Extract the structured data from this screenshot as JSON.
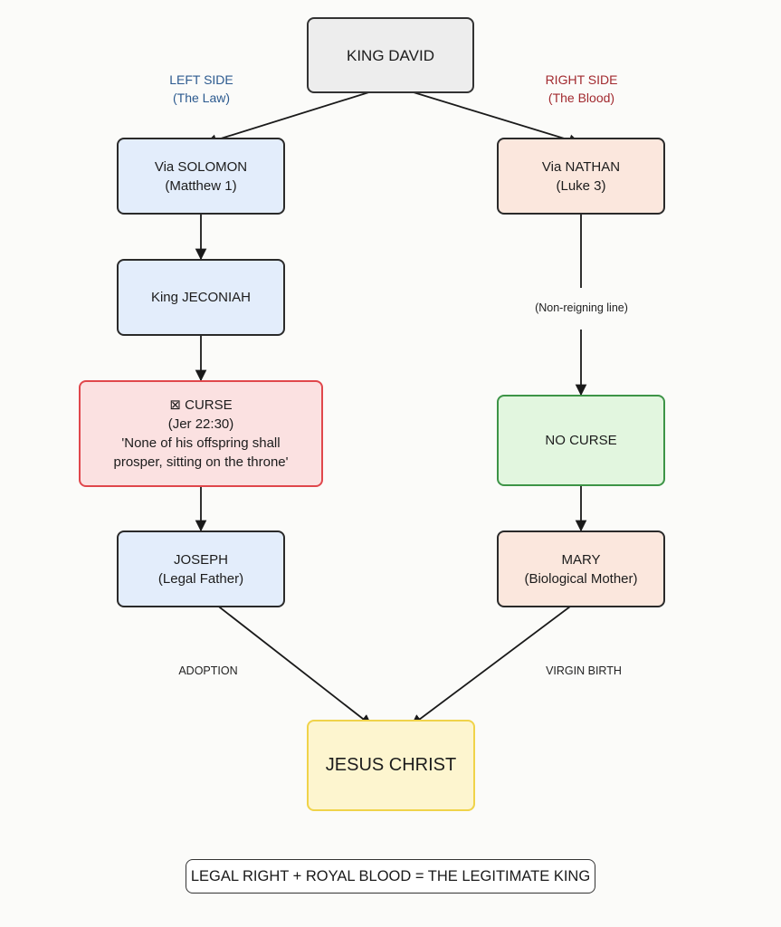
{
  "diagram": {
    "root": {
      "line1": "KING DAVID"
    },
    "left_header": {
      "line1": "LEFT SIDE",
      "line2": "(The Law)",
      "color": "#2c5a8f"
    },
    "right_header": {
      "line1": "RIGHT SIDE",
      "line2": "(The Blood)",
      "color": "#a22a2f"
    },
    "left": {
      "solomon": {
        "line1": "Via SOLOMON",
        "line2": "(Matthew 1)"
      },
      "jeconiah": {
        "line1": "King JECONIAH"
      },
      "curse": {
        "line1": "⊠ CURSE",
        "line2": "(Jer 22:30)",
        "line3": "'None of his offspring shall",
        "line4": "prosper, sitting on the throne'"
      },
      "joseph": {
        "line1": "JOSEPH",
        "line2": "(Legal Father)"
      }
    },
    "right": {
      "nathan": {
        "line1": "Via NATHAN",
        "line2": "(Luke 3)"
      },
      "non_reigning": "(Non-reigning line)",
      "no_curse": {
        "line1": "NO CURSE"
      },
      "mary": {
        "line1": "MARY",
        "line2": "(Biological Mother)"
      }
    },
    "edge_labels": {
      "adoption": "ADOPTION",
      "virgin_birth": "VIRGIN BIRTH"
    },
    "result": {
      "line1": "JESUS CHRIST"
    },
    "summary": "LEGAL RIGHT + ROYAL BLOOD = THE LEGITIMATE KING",
    "colors": {
      "law_fill": "#e3edfb",
      "blood_fill": "#fbe7dd",
      "curse_border": "#e0474c",
      "curse_fill": "#fbe1e1",
      "no_curse_border": "#3d9447",
      "no_curse_fill": "#e2f6df",
      "result_border": "#f0d34a",
      "result_fill": "#fdf5cf",
      "root_fill": "#ededed"
    },
    "edges": [
      {
        "from": "king-david",
        "to": "via-solomon"
      },
      {
        "from": "king-david",
        "to": "via-nathan"
      },
      {
        "from": "via-solomon",
        "to": "king-jeconiah"
      },
      {
        "from": "king-jeconiah",
        "to": "curse"
      },
      {
        "from": "curse",
        "to": "joseph"
      },
      {
        "from": "via-nathan",
        "to": "no-curse",
        "label": "(Non-reigning line)"
      },
      {
        "from": "no-curse",
        "to": "mary"
      },
      {
        "from": "joseph",
        "to": "jesus-christ",
        "label": "ADOPTION"
      },
      {
        "from": "mary",
        "to": "jesus-christ",
        "label": "VIRGIN BIRTH"
      }
    ]
  }
}
